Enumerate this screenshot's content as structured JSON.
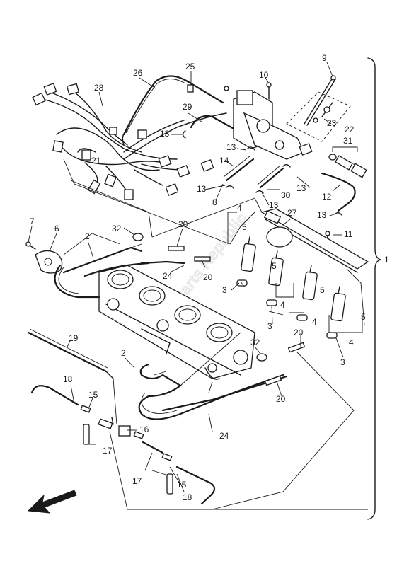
{
  "diagram": {
    "watermark": "Parts Republic",
    "labels": {
      "l1": "1",
      "l2a": "2",
      "l2b": "2",
      "l3a": "3",
      "l3b": "3",
      "l3c": "3",
      "l4a": "4",
      "l4b": "4",
      "l4c": "4",
      "l4d": "4",
      "l5a": "5",
      "l5b": "5",
      "l5c": "5",
      "l5d": "5",
      "l6": "6",
      "l7": "7",
      "l8": "8",
      "l9": "9",
      "l10": "10",
      "l11": "11",
      "l12": "12",
      "l13a": "13",
      "l13b": "13",
      "l13c": "13",
      "l13d": "13",
      "l13e": "13",
      "l13f": "13",
      "l14": "14",
      "l15a": "15",
      "l15b": "15",
      "l16": "16",
      "l17a": "17",
      "l17b": "17",
      "l18a": "18",
      "l18b": "18",
      "l19": "19",
      "l20a": "20",
      "l20b": "20",
      "l20c": "20",
      "l20d": "20",
      "l21": "21",
      "l22": "22",
      "l23": "23",
      "l24a": "24",
      "l24b": "24",
      "l25": "25",
      "l26": "26",
      "l27": "27",
      "l28": "28",
      "l29": "29",
      "l30": "30",
      "l31": "31",
      "l32a": "32",
      "l32b": "32"
    },
    "direction_arrow": "front-arrow-icon"
  }
}
